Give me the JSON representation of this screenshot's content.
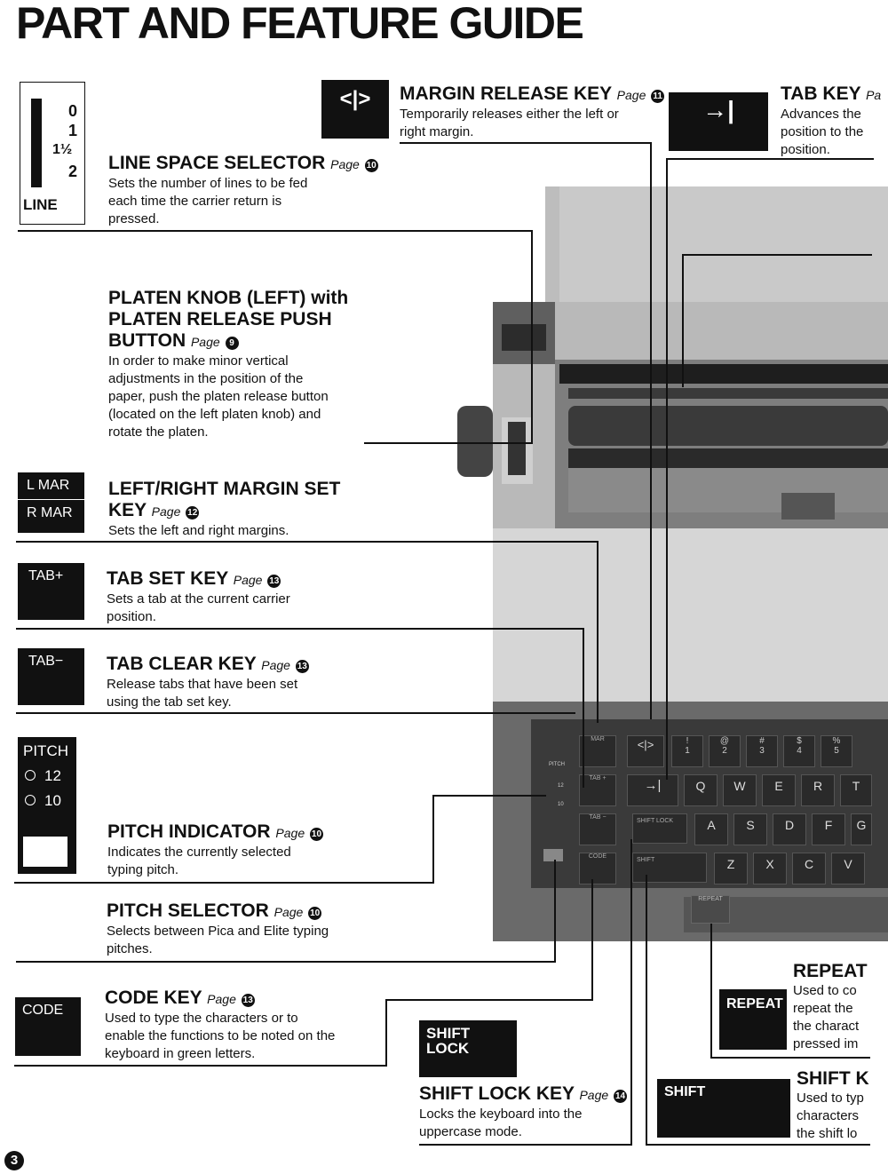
{
  "title": "PART AND FEATURE GUIDE",
  "page_label": "Page",
  "page_number_badge": "3",
  "line_selector": {
    "label": "LINE",
    "marks": [
      "0",
      "1",
      "1½",
      "2"
    ]
  },
  "sections": {
    "margin_release": {
      "heading": "MARGIN RELEASE KEY",
      "page": "11",
      "text1": "Temporarily releases either the left or",
      "text2": "right margin.",
      "key_icon": "margin-release-arrows"
    },
    "tab_key": {
      "heading": "TAB KEY",
      "page": "Pa",
      "text1": "Advances the",
      "text2": "position to the",
      "text3": "position.",
      "key_icon": "tab-arrow"
    },
    "line_space": {
      "heading": "LINE SPACE SELECTOR",
      "page": "10",
      "text1": "Sets the number of lines to be fed",
      "text2": "each time the carrier return is",
      "text3": "pressed."
    },
    "platen_knob": {
      "heading1": "PLATEN KNOB (LEFT) with",
      "heading2": "PLATEN RELEASE PUSH",
      "heading3": "BUTTON",
      "page": "9",
      "text1": "In order to make minor vertical",
      "text2": "adjustments in the position of the",
      "text3": "paper, push the platen release button",
      "text4": "(located on the left platen knob) and",
      "text5": "rotate the platen."
    },
    "margin_set": {
      "heading1": "LEFT/RIGHT MARGIN SET",
      "heading2": "KEY",
      "page": "12",
      "text1": "Sets the left and right margins.",
      "key_top": "L MAR",
      "key_bottom": "R MAR"
    },
    "tab_set": {
      "heading": "TAB SET KEY",
      "page": "13",
      "text1": "Sets a tab at the current carrier",
      "text2": "position.",
      "key": "TAB+"
    },
    "tab_clear": {
      "heading": "TAB CLEAR KEY",
      "page": "13",
      "text1": "Release tabs that have been set",
      "text2": "using the tab set key.",
      "key": "TAB−"
    },
    "pitch_indicator": {
      "heading": "PITCH INDICATOR",
      "page": "10",
      "text1": "Indicates the currently selected",
      "text2": "typing pitch.",
      "panel_label": "PITCH",
      "opt1": "12",
      "opt2": "10"
    },
    "pitch_selector": {
      "heading": "PITCH SELECTOR",
      "page": "10",
      "text1": "Selects between Pica and Elite typing",
      "text2": "pitches."
    },
    "code_key": {
      "heading": "CODE KEY",
      "page": "13",
      "text1": "Used to type the characters or to",
      "text2": "enable the functions to be noted on the",
      "text3": "keyboard in green letters.",
      "key": "CODE"
    },
    "shift_lock": {
      "heading": "SHIFT LOCK KEY",
      "page": "14",
      "text1": "Locks the keyboard into the",
      "text2": "uppercase mode.",
      "key1": "SHIFT",
      "key2": "LOCK"
    },
    "repeat": {
      "heading": "REPEAT",
      "text1": "Used to co",
      "text2": "repeat the",
      "text3": "the charact",
      "text4": "pressed im",
      "key": "REPEAT"
    },
    "shift": {
      "heading": "SHIFT K",
      "text1": "Used to typ",
      "text2": "characters",
      "text3": "the shift lo",
      "key": "SHIFT"
    }
  },
  "keyboard": {
    "row1": [
      "!",
      "@",
      "#",
      "$",
      "%"
    ],
    "row1_digits": [
      "1",
      "2",
      "3",
      "4",
      "5"
    ],
    "row2": [
      "Q",
      "W",
      "E",
      "R",
      "T"
    ],
    "row3": [
      "A",
      "S",
      "D",
      "F",
      "G"
    ],
    "row4": [
      "Z",
      "X",
      "C",
      "V"
    ],
    "mar": "MAR",
    "tab_plus": "TAB +",
    "tab_minus": "TAB −",
    "shift_lock": "SHIFT LOCK",
    "shift": "SHIFT",
    "repeat": "REPEAT",
    "code": "CODE",
    "pitch": "PITCH",
    "p12": "12",
    "p10": "10"
  }
}
